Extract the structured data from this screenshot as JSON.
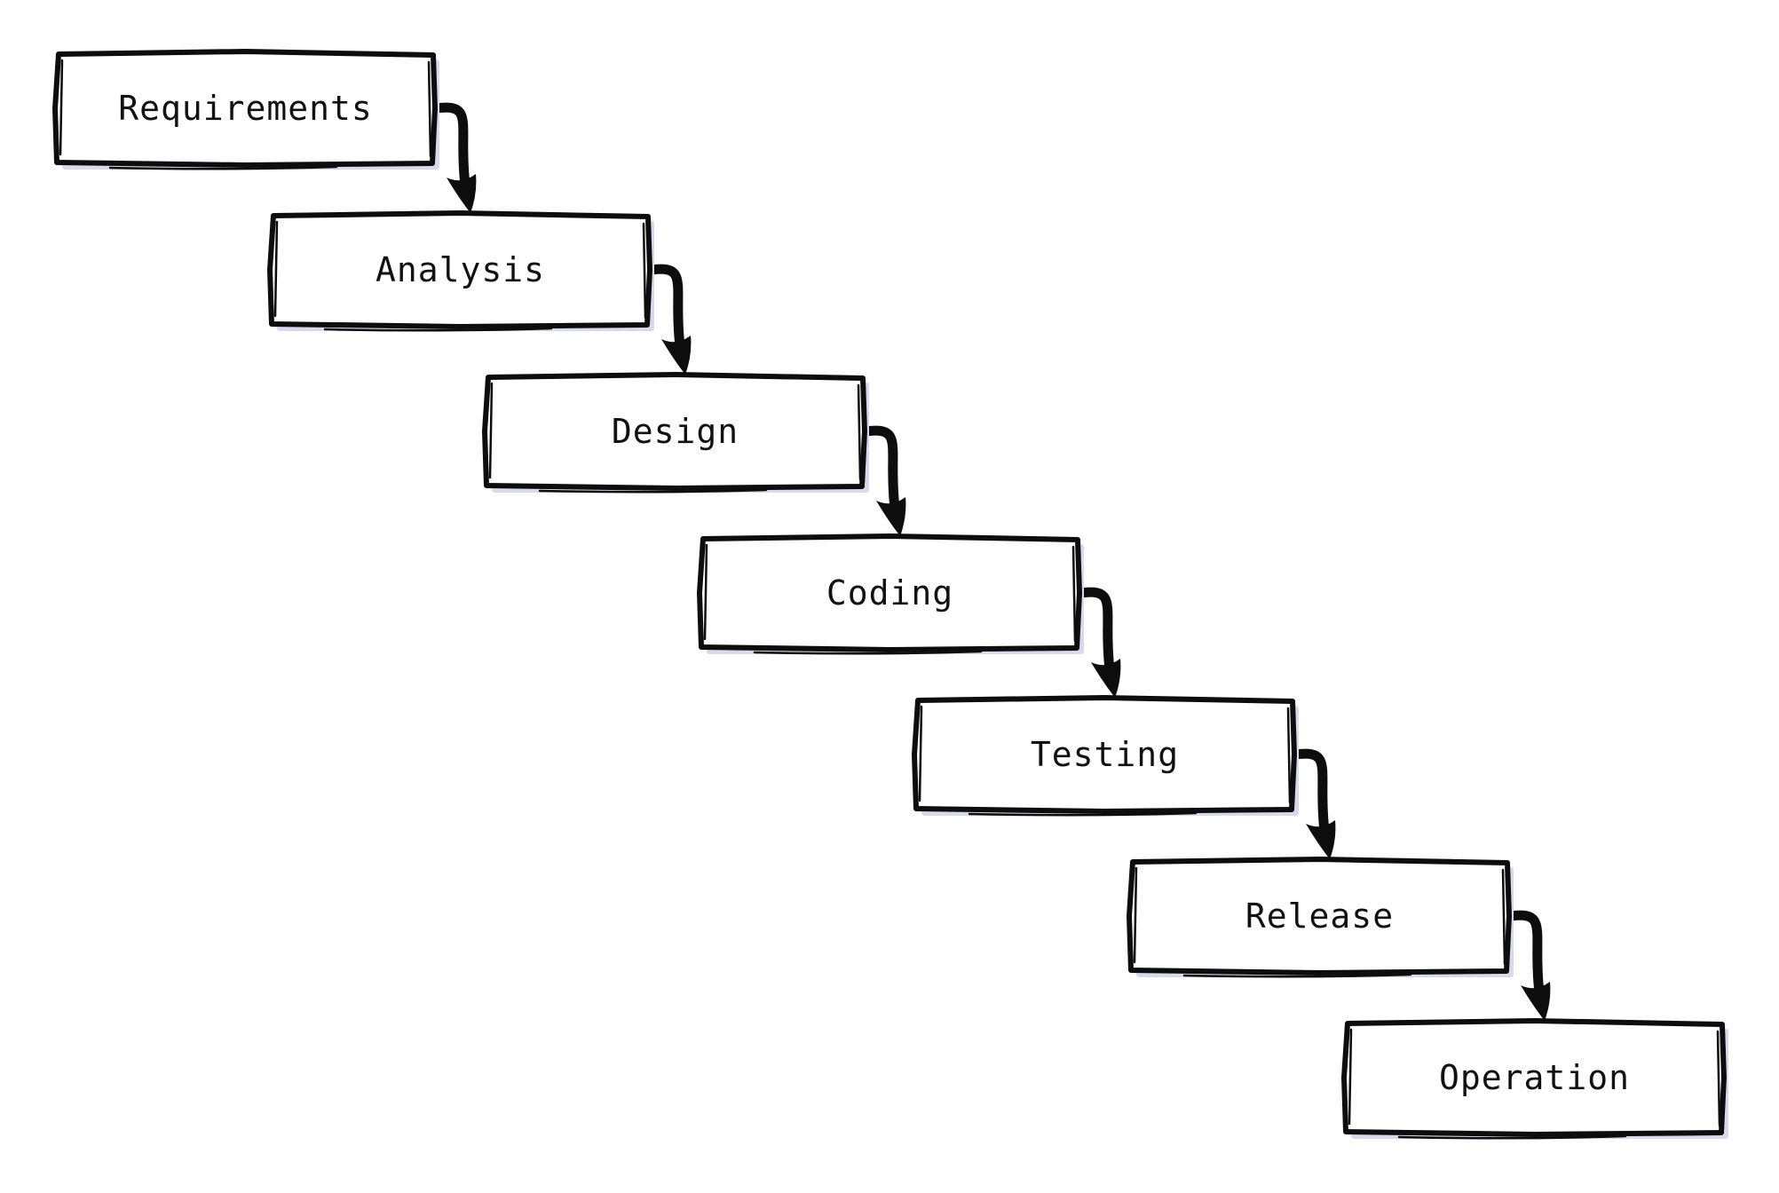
{
  "diagram": {
    "stages": [
      {
        "label": "Requirements"
      },
      {
        "label": "Analysis"
      },
      {
        "label": "Design"
      },
      {
        "label": "Coding"
      },
      {
        "label": "Testing"
      },
      {
        "label": "Release"
      },
      {
        "label": "Operation"
      }
    ],
    "edges": [
      {
        "from": "Requirements",
        "to": "Analysis"
      },
      {
        "from": "Analysis",
        "to": "Design"
      },
      {
        "from": "Design",
        "to": "Coding"
      },
      {
        "from": "Coding",
        "to": "Testing"
      },
      {
        "from": "Testing",
        "to": "Release"
      },
      {
        "from": "Release",
        "to": "Operation"
      }
    ]
  }
}
